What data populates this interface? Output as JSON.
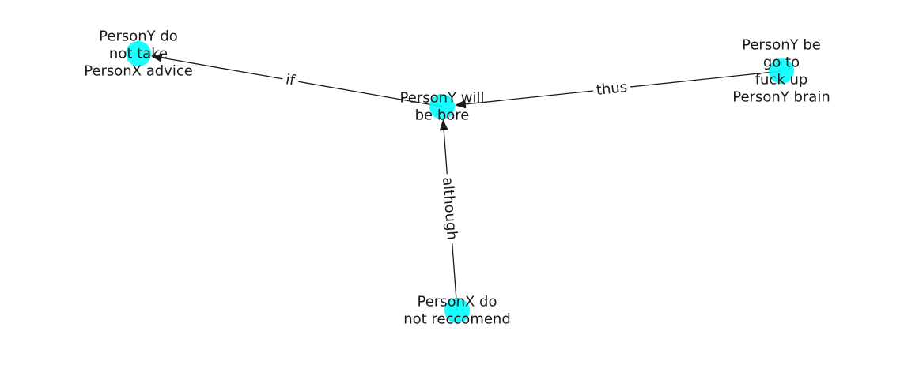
{
  "colors": {
    "node_fill": "#00ffff",
    "node_fill_opacity": 0.9,
    "edge": "#1a1a1a",
    "text": "#1a1a1a"
  },
  "nodes": [
    {
      "id": "n_center",
      "lines": [
        "PersonY will",
        "be bore"
      ]
    },
    {
      "id": "n_advice",
      "lines": [
        "PersonY do",
        "not take",
        "PersonX advice"
      ]
    },
    {
      "id": "n_brain",
      "lines": [
        "PersonY be",
        "go to",
        "fuck up",
        "PersonY brain"
      ]
    },
    {
      "id": "n_recommend",
      "lines": [
        "PersonX do",
        "not reccomend"
      ]
    }
  ],
  "edges": [
    {
      "from": "n_center",
      "to": "n_advice",
      "label": "if"
    },
    {
      "from": "n_brain",
      "to": "n_center",
      "label": "thus"
    },
    {
      "from": "n_recommend",
      "to": "n_center",
      "label": "although"
    }
  ]
}
